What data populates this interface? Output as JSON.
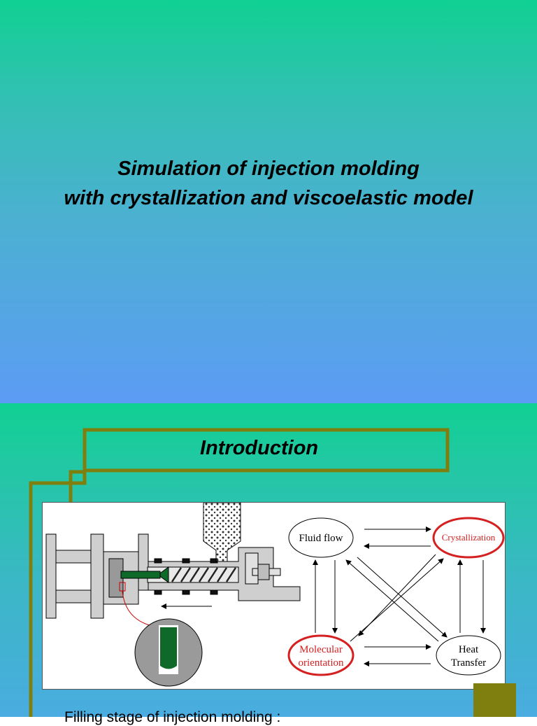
{
  "slide1": {
    "title_line1": "Simulation of injection molding",
    "title_line2": "with crystallization and viscoelastic model"
  },
  "slide2": {
    "heading": "Introduction",
    "caption": "Filling stage of injection molding :",
    "diagram": {
      "fluid_flow": "Fluid flow",
      "crystallization": "Crystallization",
      "molecular_line1": "Molecular",
      "molecular_line2": "orientation",
      "heat_line1": "Heat",
      "heat_line2": "Transfer"
    }
  },
  "colors": {
    "teal": "#10d092",
    "blue": "#5c9cf4",
    "olive": "#7f7f10",
    "red_ellipse": "#d42020"
  }
}
